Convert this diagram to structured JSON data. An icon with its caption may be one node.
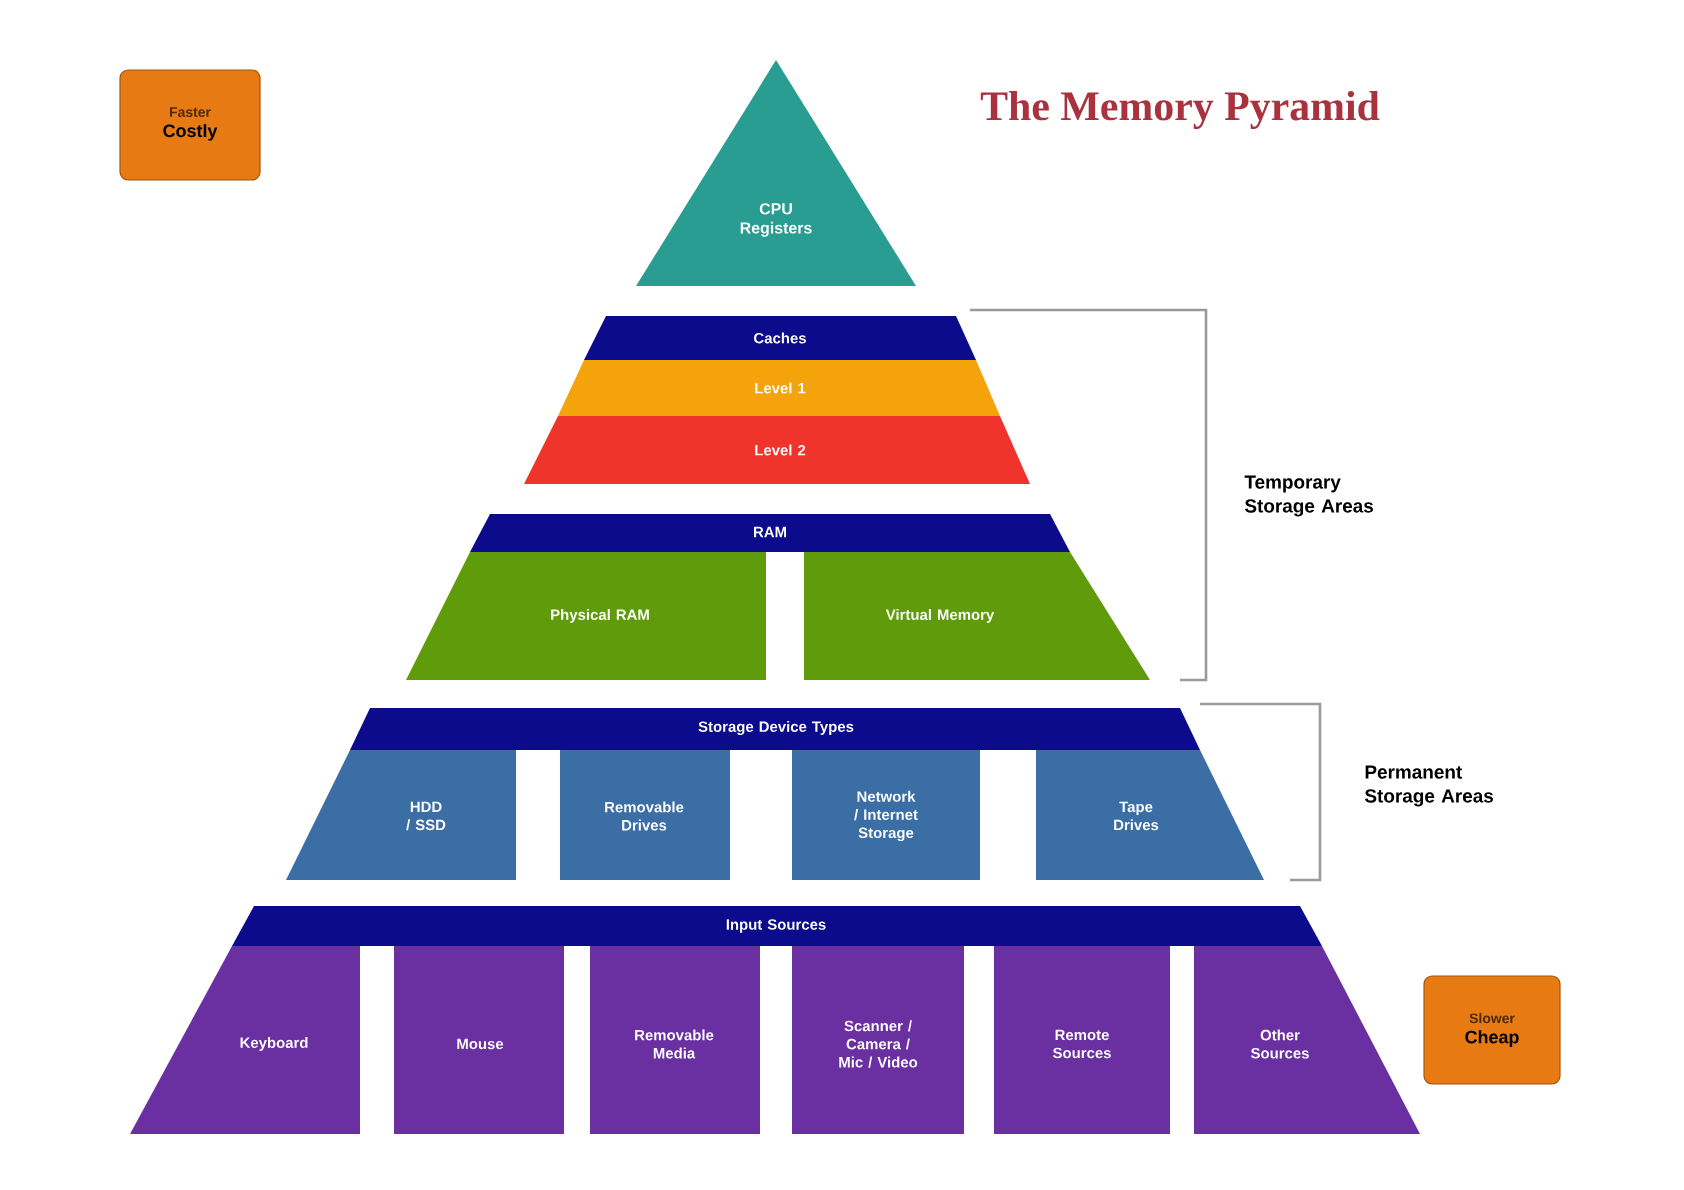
{
  "diagram": {
    "title": "The Memory Pyramid",
    "nodes": [
      {
        "text": [
          "Faster",
          "Costly"
        ]
      },
      {
        "text": [
          "CPU Registers"
        ]
      },
      {
        "text": [
          "Caches"
        ]
      },
      {
        "text": [
          "Level 1"
        ]
      },
      {
        "text": [
          "Level 2"
        ]
      },
      {
        "text": [
          "RAM"
        ]
      },
      {
        "text": [
          "Physical RAM"
        ]
      },
      {
        "text": [
          "Virtual Memory"
        ]
      },
      {
        "text": [
          "Storage Device Types"
        ]
      },
      {
        "text": [
          "HDD / SSD"
        ]
      },
      {
        "text": [
          "Removable Drives"
        ]
      },
      {
        "text": [
          "Network / Internet Storage"
        ]
      },
      {
        "text": [
          "Tape Drives"
        ]
      },
      {
        "text": [
          "Input Sources"
        ]
      },
      {
        "text": [
          "Keyboard"
        ]
      },
      {
        "text": [
          "Mouse"
        ]
      },
      {
        "text": [
          "Removable Media"
        ]
      },
      {
        "text": [
          "Scanner / Camera / Mic / Video"
        ]
      },
      {
        "text": [
          "Remote Sources"
        ]
      },
      {
        "text": [
          "Other Sources"
        ]
      },
      {
        "text": [
          "Slower",
          "Cheap"
        ]
      }
    ],
    "labels": [
      "Temporary Storage Areas",
      "Permanent Storage Areas"
    ]
  }
}
